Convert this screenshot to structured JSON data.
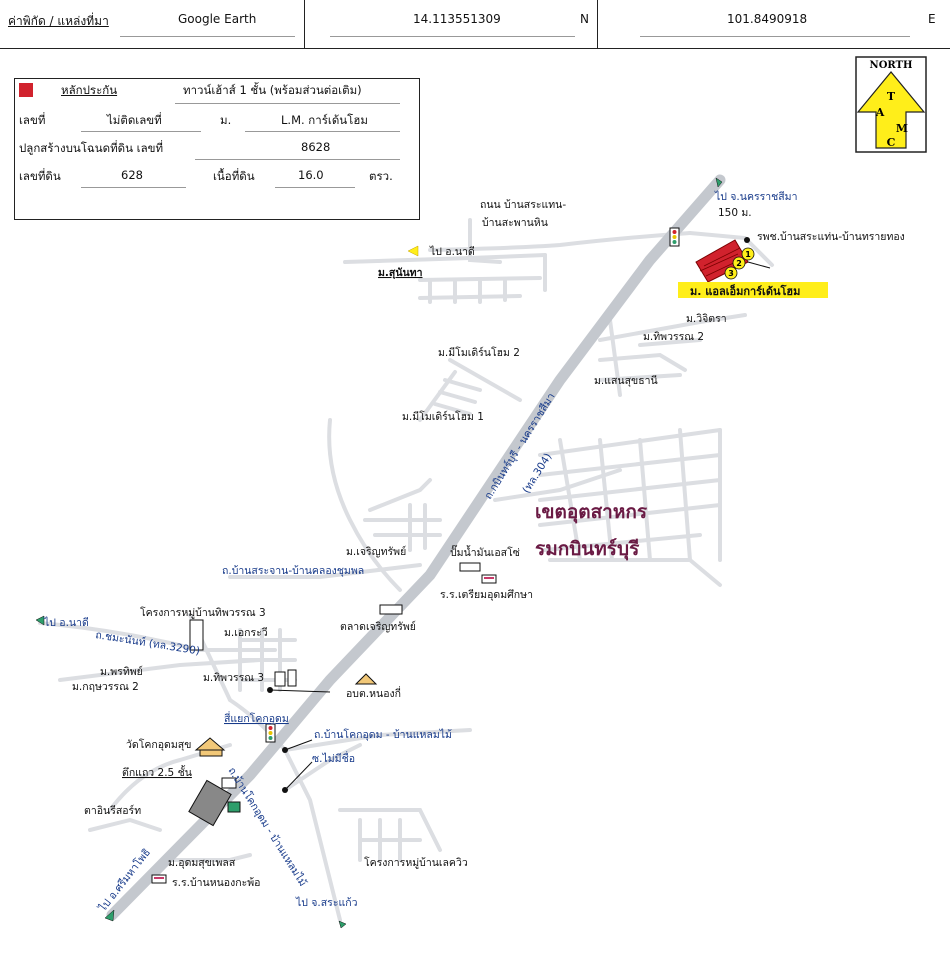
{
  "header": {
    "coord_label": "ค่าพิกัด / แหล่งที่มา",
    "source": "Google Earth",
    "lat": "14.113551309",
    "lat_dir": "N",
    "lon": "101.8490918",
    "lon_dir": "E"
  },
  "info": {
    "collateral_label": "หลักประกัน",
    "collateral_type": "ทาวน์เฮ้าส์ 1 ชั้น (พร้อมส่วนต่อเติม)",
    "house_no_label": "เลขที่",
    "house_no_value": "ไม่ติดเลขที่",
    "village_label": "ม.",
    "village_value": "L.M. การ์เด้นโฮม",
    "deed_label": "ปลูกสร้างบนโฉนดที่ดิน เลขที่",
    "deed_value": "8628",
    "land_no_label": "เลขที่ดิน",
    "land_no_value": "628",
    "area_label": "เนื้อที่ดิน",
    "area_value": "16.0",
    "area_unit": "ตรว."
  },
  "compass": {
    "north": "NORTH",
    "letters": [
      "T",
      "A",
      "M",
      "C"
    ]
  },
  "labels": {
    "road_top_1": "ถนน บ้านสระแทน-",
    "road_top_2": "บ้านสะพานหิน",
    "to_nadee_top": "ไป อ.นาดี",
    "to_korat": "ไป จ.นครราชสีมา",
    "dist_150": "150 ม.",
    "hospital": "รพช.บ้านสระแท่น-บ้านทรายทอง",
    "target_village": "ม. แอลเอ็มการ์เด้นโฮม",
    "marker_1": "1",
    "marker_2": "2",
    "marker_3": "3",
    "su_nan_tha": "ม.สุนันทา",
    "wijittra": "ม.วิจิตรา",
    "tippawan2": "ม.ทิพวรรณ 2",
    "saensuk": "ม.แสนสุขธานี",
    "mimo2": "ม.มีโมเดิร์นโฮม 2",
    "mimo1": "ม.มีโมเดิร์นโฮม 1",
    "hwy304": "ถ.กบินทร์บุรี - นครราชสีมา",
    "hwy304_no": "(ทล.304)",
    "industrial_1": "เขตอุตสาหกร",
    "industrial_2": "รมกบินทร์บุรี",
    "jaroensub": "ม.เจริญทรัพย์",
    "gas_station": "ปั๊มน้ำมันเอสโซ่",
    "road_sacharn": "ถ.บ้านสระจาน-บ้านคลองชุมพล",
    "school_triam": "ร.ร.เตรียมอุดมศึกษา",
    "market": "ตลาดเจริญทรัพย์",
    "project_tippawan3": "โครงการหมู่บ้านทิพวรรณ 3",
    "to_nadee_left": "ไป อ.นาดี",
    "road_3290": "ถ.ชมะนันท์ (ทล.3290)",
    "ekaravee": "ม.เอกระวี",
    "porntip": "ม.พรทิพย์",
    "kritsawan2": "ม.กฤษวรรณ 2",
    "tippawan3": "ม.ทิพวรรณ 3",
    "obt": "อบต.หนองกี่",
    "intersection": "สี่แยกโคกอุดม",
    "road_khok_udom": "ถ.บ้านโคกอุดม - บ้านแหลมไม้",
    "wat": "วัดโคกอุดมสุข",
    "shophouse": "ตึกแถว 2.5 ชั้น",
    "soi_noname": "ซ.ไม่มีชื่อ",
    "road_khok_udom2": "ถ.บ้านโคกอุดม - บ้านแหลมไม้",
    "resort": "ตาอินรีสอร์ท",
    "project_leswiew": "โครงการหมู่บ้านเลควิว",
    "udomsuk": "ม.อุดมสุขเพลส",
    "school_nongkapho": "ร.ร.บ้านหนองกะพ้อ",
    "to_srimahaphot": "ไป อ.ศรีมหาโพธิ",
    "to_sakaeo": "ไป จ.สระแก้ว"
  },
  "colors": {
    "highway": "#c4c8ce",
    "road": "#dcdee2",
    "target_red": "#d1222d",
    "highlight": "#ffee1a",
    "industrial_text": "#6a1a44",
    "blue_text": "#173a8a",
    "arrow_green": "#2e9e6b",
    "arrow_yellow": "#ffee1a"
  }
}
